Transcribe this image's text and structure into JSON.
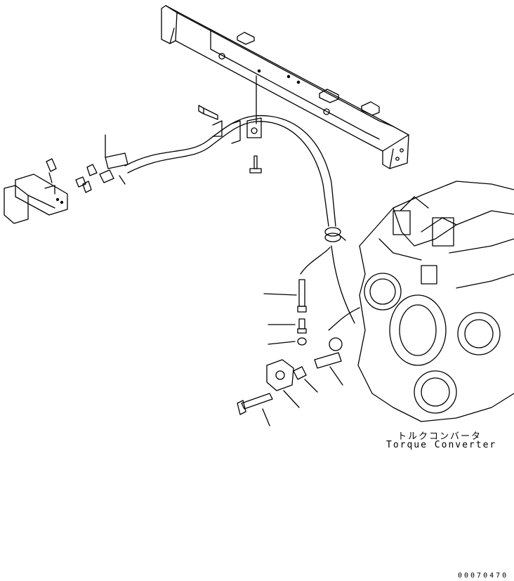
{
  "component_label_jp": "トルクコンバータ",
  "component_label_en": "Torque Converter",
  "drawing_number": "00070470",
  "line_color": "#000000",
  "background_color": "#ffffff"
}
